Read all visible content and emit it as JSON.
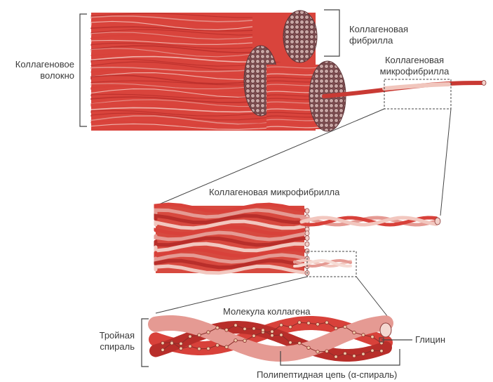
{
  "labels": {
    "fiber": [
      "Коллагеновое",
      "волокно"
    ],
    "fibril": [
      "Коллагеновая",
      "фибрилла"
    ],
    "microfibril_top": [
      "Коллагеновая",
      "микрофибрилла"
    ],
    "microfibril_mid": "Коллагеновая микрофибрилла",
    "molecule": "Молекула коллагена",
    "triple_helix": [
      "Тройная",
      "спираль"
    ],
    "glycine": "Глицин",
    "polypeptide": "Полипептидная цепь (α-спираль)"
  },
  "colors": {
    "strand_red": "#d8413a",
    "strand_dark": "#b82e2a",
    "strand_pink": "#e59a93",
    "strand_light": "#f2c7bf",
    "fibril_end": "#8a5a5a",
    "label_text": "#3a3a3a",
    "leader_line": "#444444"
  }
}
